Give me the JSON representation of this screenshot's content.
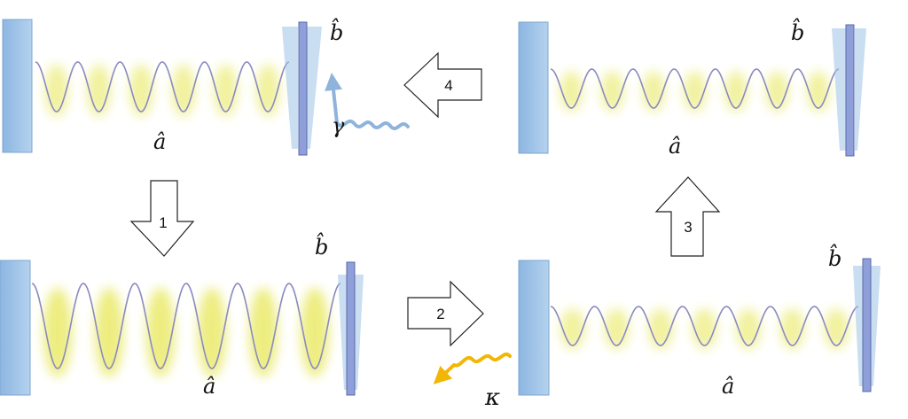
{
  "colors": {
    "mirror_fill": "#9dc3e6",
    "mirror_stroke": "#7ea6cf",
    "moving_mirror": "#8f9fd9",
    "wave_line": "#8a8ac0",
    "glow": "#ecec7a",
    "photon_blue": "#8fb4dc",
    "photon_orange": "#f2b705",
    "arrow_stroke": "#222222"
  },
  "panels": {
    "top_left": {
      "cavity_mode_label": "â",
      "mechanical_mode_label": "b̂"
    },
    "bottom_left": {
      "cavity_mode_label": "â",
      "mechanical_mode_label": "b̂"
    },
    "bottom_right": {
      "cavity_mode_label": "â",
      "mechanical_mode_label": "b̂"
    },
    "top_right": {
      "cavity_mode_label": "â",
      "mechanical_mode_label": "b̂"
    }
  },
  "steps": {
    "s1": "1",
    "s2": "2",
    "s3": "3",
    "s4": "4"
  },
  "dissipation": {
    "gamma": "γ",
    "kappa": "κ"
  },
  "icons": {
    "moving_mirror": "mirror-with-motion-blur",
    "gamma_photon": "wavy-arrow-blue",
    "kappa_photon": "wavy-arrow-orange"
  },
  "panel_amplitude": {
    "top_left": 0.45,
    "bottom_left": 1.0,
    "bottom_right": 0.45,
    "top_right": 0.4
  }
}
